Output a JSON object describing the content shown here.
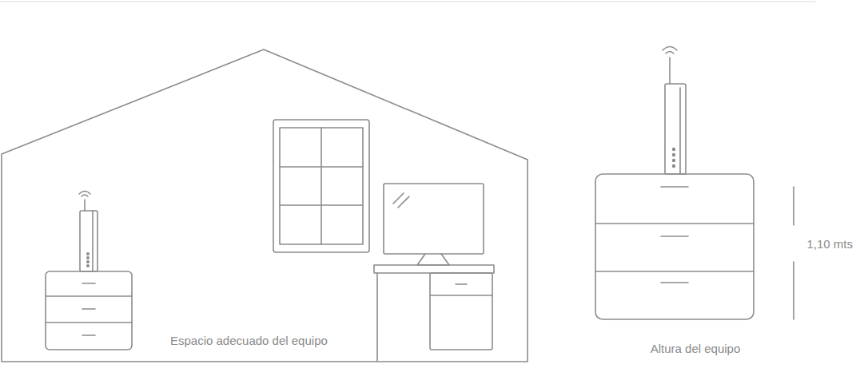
{
  "diagram": {
    "nodes": [
      {
        "text": [
          "Espacio adecuado del equipo"
        ]
      }
    ],
    "labels": [
      "1,10 mts",
      "Altura del equipo"
    ]
  }
}
